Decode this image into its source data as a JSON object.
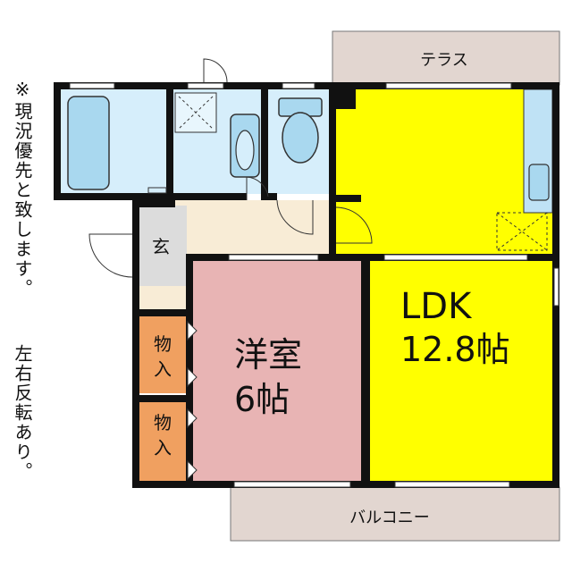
{
  "notes": {
    "note1": "※現況優先と致します。",
    "note2": "左右反転あり。"
  },
  "labels": {
    "terrace": "テラス",
    "balcony": "バルコニー",
    "entrance": "玄",
    "storage1_a": "物",
    "storage1_b": "入",
    "storage2_a": "物",
    "storage2_b": "入",
    "western_a": "洋室",
    "western_b": "6帖",
    "ldk_a": "LDK",
    "ldk_b": "12.8帖"
  },
  "colors": {
    "wall": "#111111",
    "ldk": "#ffff00",
    "western": "#e8b4b4",
    "storage": "#f0a060",
    "wet": "#d6eefb",
    "fixture": "#a9d8ef",
    "hall": "#f8ecd6",
    "entrance": "#dcdcdc",
    "outdoor": "#e2d6d0",
    "kitchen": "#bfe2f5"
  }
}
